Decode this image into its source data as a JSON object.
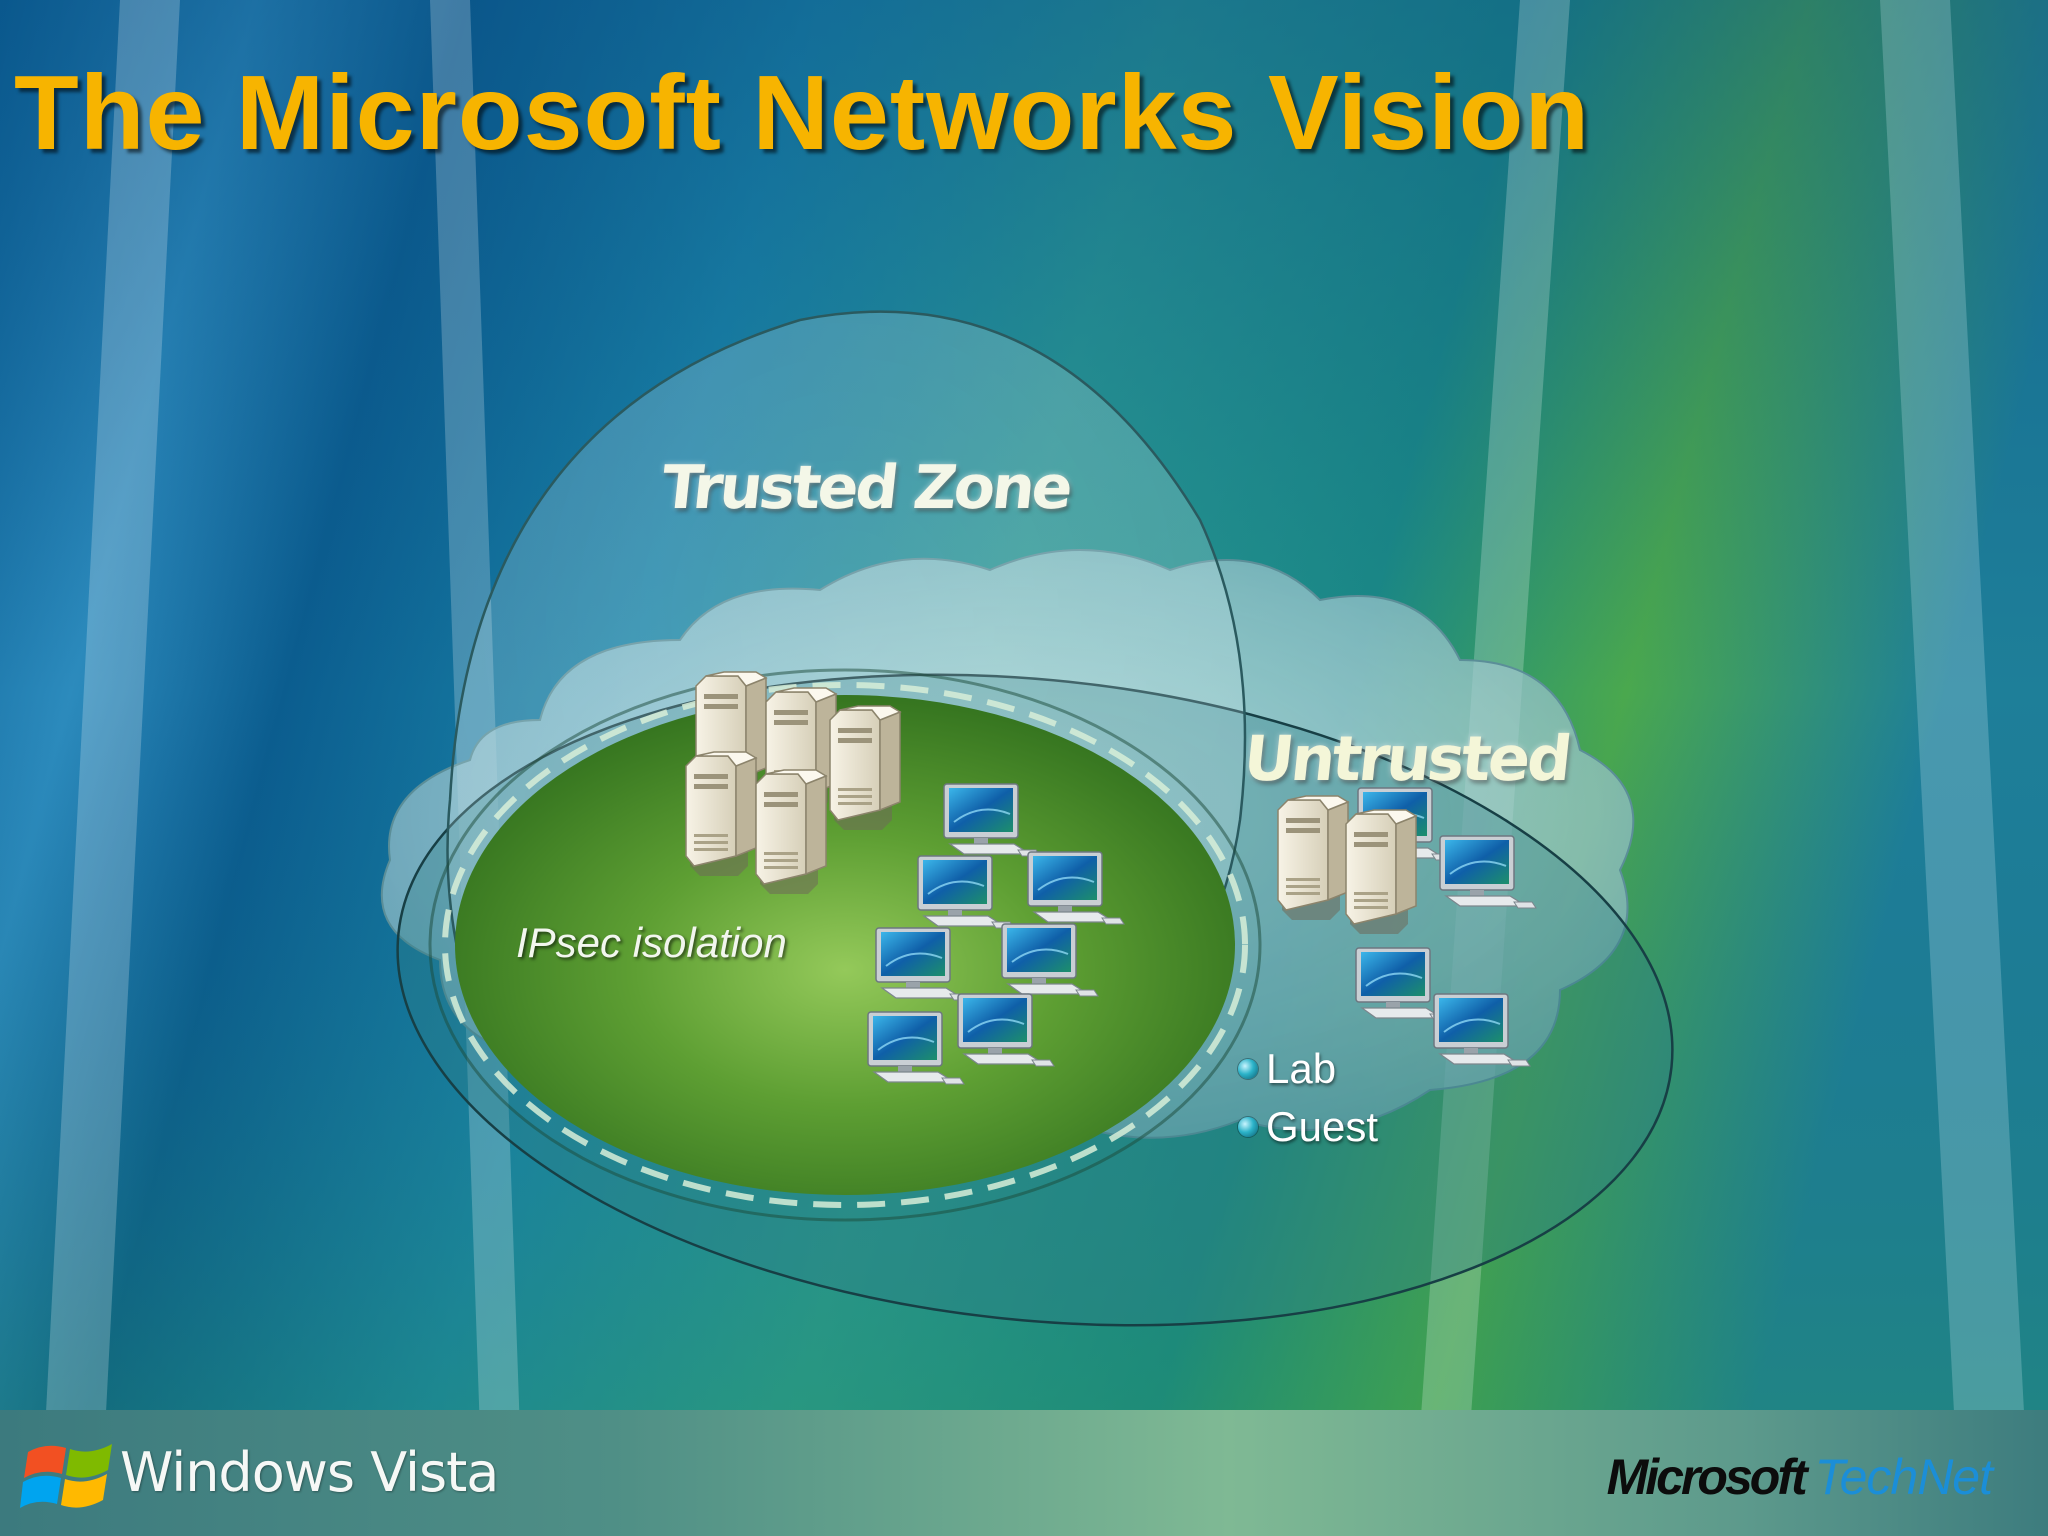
{
  "slide": {
    "title": "The Microsoft Networks Vision"
  },
  "diagram": {
    "trusted_zone_label": "Trusted Zone",
    "untrusted_label": "Untrusted",
    "ipsec_label": "IPsec isolation",
    "untrusted_items": [
      "Lab",
      "Guest"
    ]
  },
  "footer": {
    "vista_brand": "Windows Vista",
    "microsoft_brand": "Microsoft",
    "technet_brand": "TechNet"
  },
  "colors": {
    "title": "#f7b400",
    "trusted_green": "#4c8f2c",
    "technet_blue": "#1b8ed8"
  },
  "icons": {
    "server": "server-tower-icon",
    "workstation": "desktop-computer-icon",
    "vista_logo": "windows-flag-logo"
  }
}
